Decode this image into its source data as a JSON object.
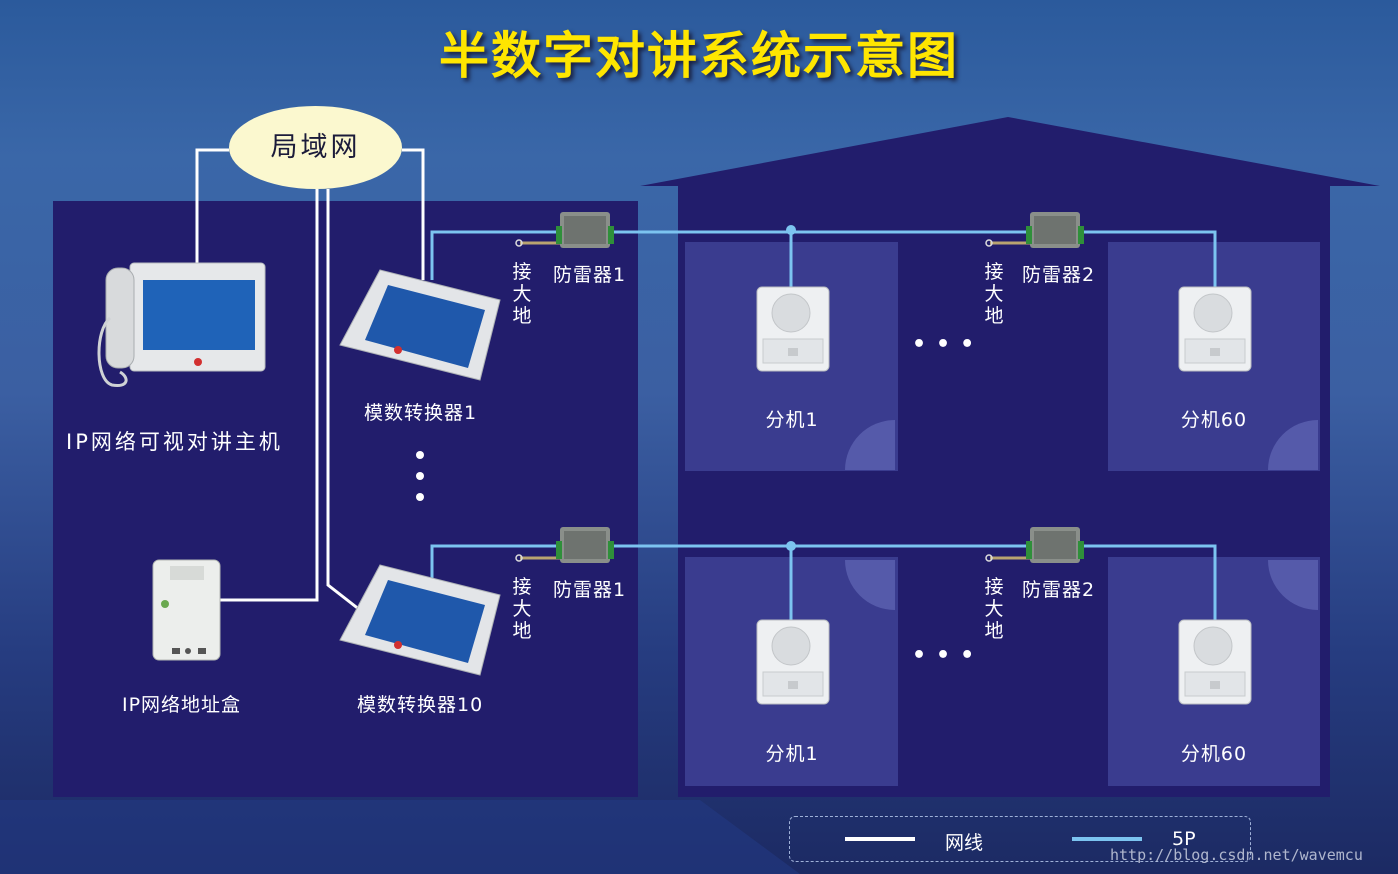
{
  "title": "半数字对讲系统示意图",
  "lan_label": "局域网",
  "host_label": "IP网络可视对讲主机",
  "address_box_label": "IP网络地址盒",
  "converter_1_label": "模数转换器1",
  "converter_10_label": "模数转换器10",
  "ground_label": "接大地",
  "protector_1_label": "防雷器1",
  "protector_2_label": "防雷器2",
  "extension_1_label": "分机1",
  "extension_60_label": "分机60",
  "ellipsis": "•••",
  "legend": {
    "network_cable": "网线",
    "five_p": "5P",
    "network_cable_color": "#ffffff",
    "five_p_color": "#7cc4f0"
  },
  "watermark": "http://blog.csdn.net/wavemcu",
  "colors": {
    "building_fill": "#211d6a",
    "room_fill": "#3b3d8e",
    "title_color": "#ffe600",
    "lan_bubble": "#fbf8cf"
  }
}
